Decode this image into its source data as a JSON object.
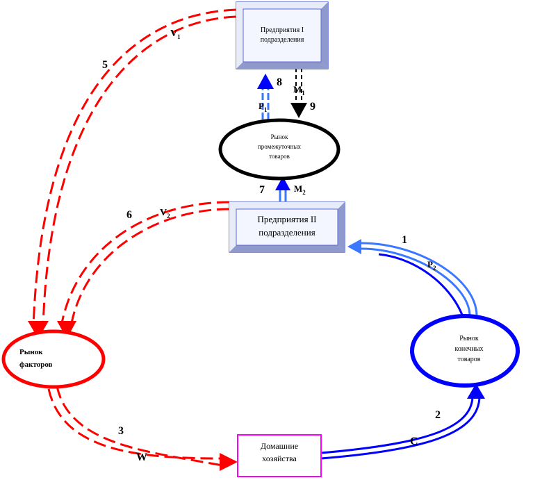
{
  "nodes": {
    "division1": {
      "line1": "Предприятия I",
      "line2": "подразделения"
    },
    "intermediate_market": {
      "line1": "Рынок",
      "line2": "промежуточных",
      "line3": "товаров"
    },
    "division2": {
      "line1": "Предприятия II",
      "line2": "подразделения"
    },
    "factor_market": {
      "line1": "Рынок",
      "line2": "факторов"
    },
    "final_market": {
      "line1": "Рынок",
      "line2": "конечных",
      "line3": "товаров"
    },
    "households": {
      "line1": "Домашние",
      "line2": "хозяйства"
    }
  },
  "flow_labels": {
    "v1": "V",
    "v1_sub": "1",
    "v2": "V",
    "v2_sub": "2",
    "p1": "P",
    "p1_sub": "1",
    "p2": "P",
    "p2_sub": "2",
    "m1": "M",
    "m1_sub": "1",
    "m2": "M",
    "m2_sub": "2",
    "w": "W",
    "c": "C"
  },
  "flow_numbers": {
    "n1": "1",
    "n2": "2",
    "n3": "3",
    "n5": "5",
    "n6": "6",
    "n7": "7",
    "n8": "8",
    "n9": "9"
  },
  "colors": {
    "red": "#ff0000",
    "blue": "#0000ff",
    "light_blue": "#3a78ff",
    "black": "#000000",
    "box_border": "#5a6ad8",
    "box_fill": "#f4f6ff",
    "box_bevel": "#c8ceea",
    "households_border": "#ff00ff"
  }
}
